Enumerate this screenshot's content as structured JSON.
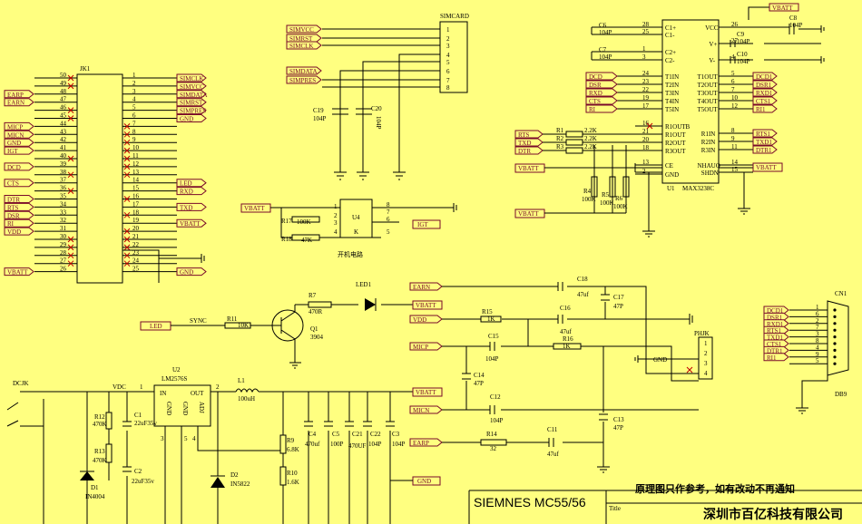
{
  "jk1": {
    "ref": "JK1",
    "left": [
      {
        "label": "",
        "pin": "50"
      },
      {
        "label": "",
        "pin": "49"
      },
      {
        "label": "EARP",
        "pin": "48"
      },
      {
        "label": "EARN",
        "pin": "47"
      },
      {
        "label": "",
        "pin": "46"
      },
      {
        "label": "",
        "pin": "45"
      },
      {
        "label": "MICP",
        "pin": "44"
      },
      {
        "label": "MICN",
        "pin": "43"
      },
      {
        "label": "GND",
        "pin": "42"
      },
      {
        "label": "IGT",
        "pin": "41"
      },
      {
        "label": "",
        "pin": "40"
      },
      {
        "label": "DCD",
        "pin": "39"
      },
      {
        "label": "",
        "pin": "38"
      },
      {
        "label": "CTS",
        "pin": "37"
      },
      {
        "label": "",
        "pin": "36"
      },
      {
        "label": "DTR",
        "pin": "35"
      },
      {
        "label": "RTS",
        "pin": "34"
      },
      {
        "label": "DSR",
        "pin": "33"
      },
      {
        "label": "RI",
        "pin": "32"
      },
      {
        "label": "VDD",
        "pin": "31"
      },
      {
        "label": "",
        "pin": "30"
      },
      {
        "label": "",
        "pin": "29"
      },
      {
        "label": "",
        "pin": "28"
      },
      {
        "label": "",
        "pin": "27"
      },
      {
        "label": "VBATT",
        "pin": "26"
      }
    ],
    "right": [
      {
        "label": "SIMCLK",
        "pin": "1"
      },
      {
        "label": "SIMVCC",
        "pin": "2"
      },
      {
        "label": "SIMDATA",
        "pin": "3"
      },
      {
        "label": "SIMRST",
        "pin": "4"
      },
      {
        "label": "SIMPRES",
        "pin": "5"
      },
      {
        "label": "GND",
        "pin": "6"
      },
      {
        "label": "",
        "pin": "7"
      },
      {
        "label": "",
        "pin": "8"
      },
      {
        "label": "",
        "pin": "9"
      },
      {
        "label": "",
        "pin": "10"
      },
      {
        "label": "",
        "pin": "11"
      },
      {
        "label": "",
        "pin": "12"
      },
      {
        "label": "",
        "pin": "13"
      },
      {
        "label": "LED",
        "pin": "14"
      },
      {
        "label": "RXD",
        "pin": "15"
      },
      {
        "label": "",
        "pin": "16"
      },
      {
        "label": "TXD",
        "pin": "17"
      },
      {
        "label": "",
        "pin": "18"
      },
      {
        "label": "VBATT",
        "pin": "19"
      },
      {
        "label": "",
        "pin": "20"
      },
      {
        "label": "",
        "pin": "21"
      },
      {
        "label": "",
        "pin": "22"
      },
      {
        "label": "",
        "pin": "23"
      },
      {
        "label": "",
        "pin": "24"
      },
      {
        "label": "GND",
        "pin": "25"
      }
    ]
  },
  "simcard": {
    "ref": "SIMCARD",
    "nets": [
      "SIMVCC",
      "SIMRST",
      "SIMCLK",
      "",
      "",
      "SIMDATA",
      "SIMPRES",
      ""
    ],
    "pins": [
      "1",
      "2",
      "3",
      "4",
      "5",
      "6",
      "7",
      "8"
    ],
    "c19": "C19",
    "c19v": "104P",
    "c20": "C20",
    "c20v": "104P"
  },
  "max": {
    "ref": "U1",
    "part": "MAX3238C",
    "left_pins": [
      {
        "pin": "28",
        "name": "C1+"
      },
      {
        "pin": "25",
        "name": "C1-"
      },
      {
        "pin": "1",
        "name": "C2+"
      },
      {
        "pin": "3",
        "name": "C2-"
      },
      {
        "pin": "24",
        "name": "T1IN"
      },
      {
        "pin": "23",
        "name": "T2IN"
      },
      {
        "pin": "22",
        "name": "T3IN"
      },
      {
        "pin": "19",
        "name": "T4IN"
      },
      {
        "pin": "17",
        "name": "T5IN"
      },
      {
        "pin": "16",
        "name": "R1OUTB"
      },
      {
        "pin": "21",
        "name": "R1OUT"
      },
      {
        "pin": "20",
        "name": "R2OUT"
      },
      {
        "pin": "18",
        "name": "R3OUT"
      },
      {
        "pin": "13",
        "name": "CE"
      },
      {
        "pin": "2",
        "name": "GND"
      }
    ],
    "right_pins": [
      {
        "pin": "26",
        "name": "VCC"
      },
      {
        "pin": "27",
        "name": "V+"
      },
      {
        "pin": "4",
        "name": "V-"
      },
      {
        "pin": "5",
        "name": "T1OUT"
      },
      {
        "pin": "6",
        "name": "T2OUT"
      },
      {
        "pin": "7",
        "name": "T3OUT"
      },
      {
        "pin": "10",
        "name": "T4OUT"
      },
      {
        "pin": "12",
        "name": "T5OUT"
      },
      {
        "pin": "8",
        "name": "R1IN"
      },
      {
        "pin": "9",
        "name": "R2IN"
      },
      {
        "pin": "11",
        "name": "R3IN"
      },
      {
        "pin": "14",
        "name": "NHAUO"
      },
      {
        "pin": "15",
        "name": "SHDN"
      }
    ],
    "in_nets": [
      "DCD",
      "DSR",
      "RXD",
      "CTS",
      "RI"
    ],
    "out_nets": [
      "DCD1",
      "DSR1",
      "RXD1",
      "CTS1",
      "RI1"
    ],
    "rin_nets": [
      "RTS1",
      "TXD1",
      "DTR1"
    ],
    "r_nets": [
      "RTS",
      "TXD",
      "DTR"
    ],
    "r_refs": [
      "R1",
      "R2",
      "R3"
    ],
    "r_vals": [
      "2.2K",
      "2.2K",
      "2.2K"
    ],
    "pull": [
      {
        "ref": "R4",
        "val": "100K"
      },
      {
        "ref": "R5",
        "val": "100K"
      },
      {
        "ref": "R6",
        "val": "100K"
      }
    ],
    "caps": [
      {
        "ref": "C6",
        "val": "104P"
      },
      {
        "ref": "C7",
        "val": "104P"
      },
      {
        "ref": "C8",
        "val": "104P"
      },
      {
        "ref": "C9",
        "val": "104P"
      },
      {
        "ref": "C10",
        "val": "104P"
      }
    ],
    "vbatt": "VBATT"
  },
  "u4": {
    "ref": "U4",
    "caption": "开机电路",
    "r17": "R17",
    "r17v": "100K",
    "r18": "R18",
    "r18v": "47K",
    "vbatt": "VBATT",
    "igt": "IGT",
    "pins": [
      "1",
      "2",
      "3",
      "4",
      "8",
      "7",
      "6",
      "5"
    ],
    "k": "K"
  },
  "led": {
    "net": "LED",
    "sync": "SYNC",
    "r11": "R11",
    "r11v": "10K",
    "q1": "Q1",
    "q1p": "3904",
    "r7": "R7",
    "r7v": "470R",
    "led1": "LED1",
    "vbatt": "VBATT"
  },
  "audio": {
    "earn": "EARN",
    "vdd": "VDD",
    "micp": "MICP",
    "micn": "MICN",
    "earp": "EARP",
    "vbatt": "VBATT",
    "gnd": "GND",
    "c18": "C18",
    "c18v": "47uf",
    "c17": "C17",
    "c17v": "47P",
    "r15": "R15",
    "r15v": "1K",
    "c16": "C16",
    "c16v": "47uf",
    "c15": "C15",
    "c15v": "104P",
    "r16": "R16",
    "r16v": "1K",
    "c14": "C14",
    "c14v": "47P",
    "c12": "C12",
    "c12v": "104P",
    "c13": "C13",
    "c13v": "47P",
    "r14": "R14",
    "r14v": "32",
    "c11": "C11",
    "c11v": "47uf",
    "phjk": "PHJK",
    "phjk_pins": [
      "1",
      "2",
      "3",
      "4"
    ]
  },
  "db9": {
    "ref": "CN1",
    "part": "DB9",
    "nets": [
      "DCD1",
      "DSR1",
      "RXD1",
      "RTS1",
      "TXD1",
      "CTS1",
      "DTR1",
      "RI1"
    ],
    "pins": [
      "1",
      "6",
      "2",
      "7",
      "3",
      "8",
      "4",
      "9",
      "5"
    ]
  },
  "power": {
    "dcjk": "DCJK",
    "vdc": "VDC",
    "u2": "U2",
    "u2p": "LM2576S",
    "in": "IN",
    "out": "OUT",
    "gnd1": "GND",
    "gnd2": "GND",
    "adj": "ADJ",
    "l1": "L1",
    "l1v": "100uH",
    "vbatt": "VBATT",
    "gnd": "GND",
    "r12": "R12",
    "r12v": "470K",
    "r13": "R13",
    "r13v": "470K",
    "c1": "C1",
    "c1v": "22uF35v",
    "c2": "C2",
    "c2v": "22uF35v",
    "d1": "D1",
    "d1p": "IN4004",
    "d2": "D2",
    "d2p": "IN5822",
    "r9": "R9",
    "r9v": "6.8K",
    "r10": "R10",
    "r10v": "1.6K",
    "c4": "C4",
    "c4v": "470uf",
    "c5": "C5",
    "c5v": "100P",
    "c21": "C21",
    "c21v": "470UF",
    "c22": "C22",
    "c22v": "104P",
    "c3": "C3",
    "c3v": "104P",
    "pin_nums": [
      "1",
      "2",
      "3",
      "5",
      "4"
    ]
  },
  "title": {
    "model": "SIEMNES MC55/56",
    "note": "原理图只作参考，如有改动不再通知",
    "company": "深圳市百亿科技有限公司",
    "small": "Title"
  }
}
